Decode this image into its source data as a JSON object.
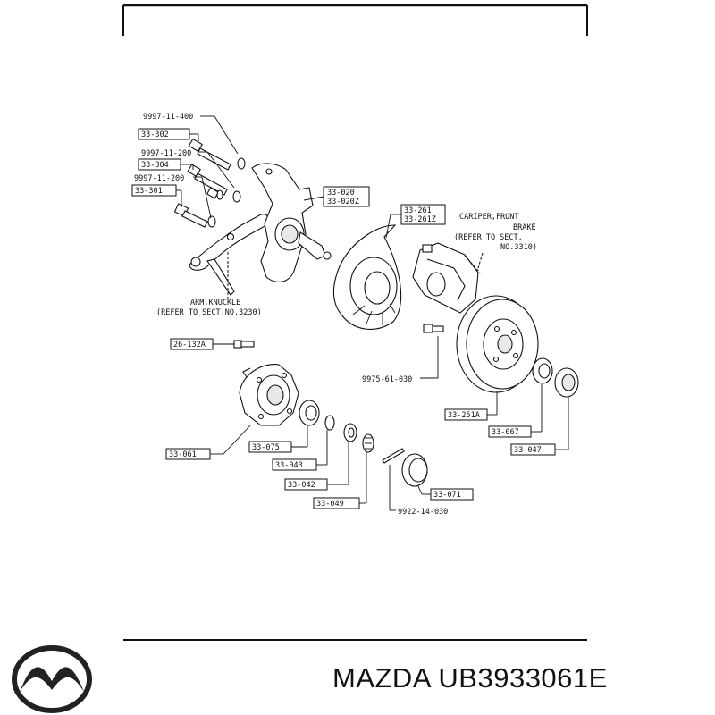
{
  "labels": {
    "l1": "9997-11-400",
    "l2": "33-302",
    "l3": "9997-11-200",
    "l4": "33-304",
    "l5": "9997-11-200",
    "l6": "33-301",
    "l7a": "33-020",
    "l7b": "33-020Z",
    "l8a": "33-261",
    "l8b": "33-261Z",
    "l9": "26-132A",
    "l10": "9975-61-030",
    "l11": "33-251A",
    "l12": "33-067",
    "l13": "33-047",
    "l14": "33-061",
    "l15": "33-075",
    "l16": "33-043",
    "l17": "33-042",
    "l18": "33-049",
    "l19": "33-071",
    "l20": "9922-14-030"
  },
  "notes": {
    "caliper_1": "CARIPER,FRONT",
    "caliper_2": "BRAKE",
    "caliper_3": "(REFER TO SECT.",
    "caliper_4": "NO.3310)",
    "arm_1": "ARM,KNUCKLE",
    "arm_2": "(REFER TO SECT.NO.3230)"
  },
  "footer": {
    "brand_text": "MAZDA UB3933061E",
    "logo_icon": "mazda-logo-icon"
  }
}
